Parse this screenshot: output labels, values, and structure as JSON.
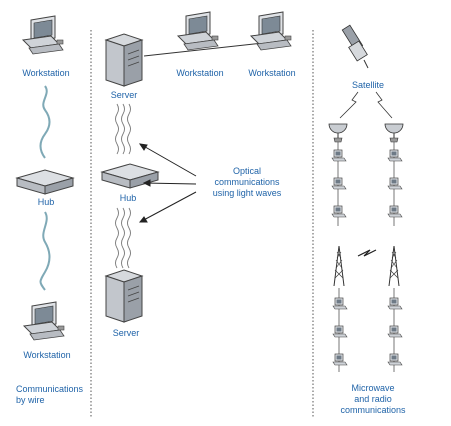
{
  "wired": {
    "top_workstation": "Workstation",
    "hub": "Hub",
    "bottom_workstation": "Workstation",
    "caption": "Communications\nby wire"
  },
  "optical": {
    "top_server": "Server",
    "workstation_1": "Workstation",
    "workstation_2": "Workstation",
    "hub": "Hub",
    "bottom_server": "Server",
    "annotation": "Optical\ncommunications\nusing light waves"
  },
  "wireless": {
    "satellite": "Satellite",
    "caption": "Microwave\nand radio\ncommunications"
  }
}
